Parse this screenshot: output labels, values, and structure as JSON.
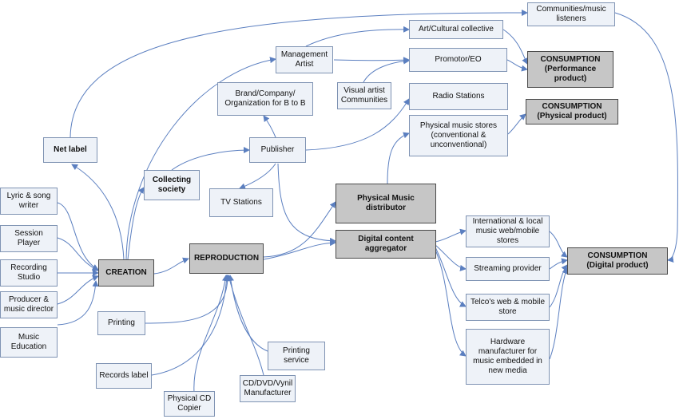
{
  "nodes": {
    "communities": "Communities/music\nlisteners",
    "art_collective": "Art/Cultural collective",
    "management": "Management\nArtist",
    "promotor": "Promotor/EO",
    "consumption_performance": "CONSUMPTION\n(Performance\nproduct)",
    "brand": "Brand/Company/\nOrganization for B to B",
    "visual_artist": "Visual artist\nCommunities",
    "radio": "Radio Stations",
    "consumption_physical": "CONSUMPTION\n(Physical product)",
    "physical_stores": "Physical music stores\n(conventional &\nunconventional)",
    "net_label": "Net label",
    "publisher": "Publisher",
    "collecting": "Collecting\nsociety",
    "tv": "TV Stations",
    "physical_distributor": "Physical Music\ndistributor",
    "lyric": "Lyric & song\nwriter",
    "session": "Session\nPlayer",
    "digital_aggregator": "Digital content\naggregator",
    "international": "International & local\nmusic web/mobile\nstores",
    "reproduction": "REPRODUCTION",
    "streaming": "Streaming provider",
    "consumption_digital": "CONSUMPTION\n(Digital product)",
    "recording": "Recording\nStudio",
    "creation": "CREATION",
    "producer": "Producer &\nmusic director",
    "telco": "Telco's web & mobile\nstore",
    "printing": "Printing",
    "music_education": "Music\nEducation",
    "printing_service": "Printing\nservice",
    "hardware": "Hardware\nmanufacturer for\nmusic embedded in\nnew media",
    "records_label": "Records label",
    "cd_manufacturer": "CD/DVD/Vynil\nManufacturer",
    "cd_copier": "Physical CD\nCopier"
  },
  "colors": {
    "edge": "#5b7fc0",
    "light_fill": "#eef2f8",
    "light_border": "#7f93b3",
    "dark_fill": "#c6c6c6",
    "dark_border": "#4a4a4a"
  }
}
